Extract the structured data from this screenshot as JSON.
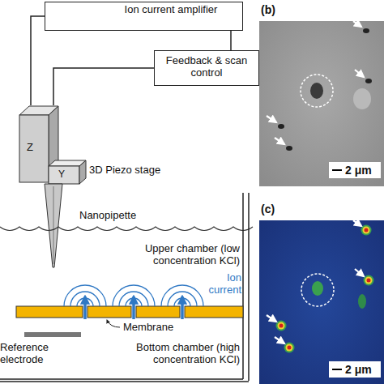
{
  "diagram": {
    "nodes": [
      {
        "text": [
          "Ion current amplifier"
        ]
      },
      {
        "text": [
          "Feedback & scan control"
        ]
      },
      {
        "text": [
          "Z",
          "Y",
          "3D Piezo stage"
        ]
      },
      {
        "text": [
          "(b)",
          "2 μm"
        ]
      },
      {
        "text": [
          "(c)",
          "2 μm"
        ]
      }
    ],
    "edges": [
      {
        "from": 0,
        "to": 1,
        "arrow": "none"
      },
      {
        "from": 1,
        "to": 2,
        "arrow": "none"
      },
      {
        "from": 0,
        "to": 2,
        "arrow": "none"
      }
    ],
    "labels": [
      "Nanopipette",
      "Upper chamber (low concentration KCl)",
      "Ion current",
      "Membrane",
      "Reference electrode",
      "Bottom chamber (high concentration KCl)"
    ]
  }
}
